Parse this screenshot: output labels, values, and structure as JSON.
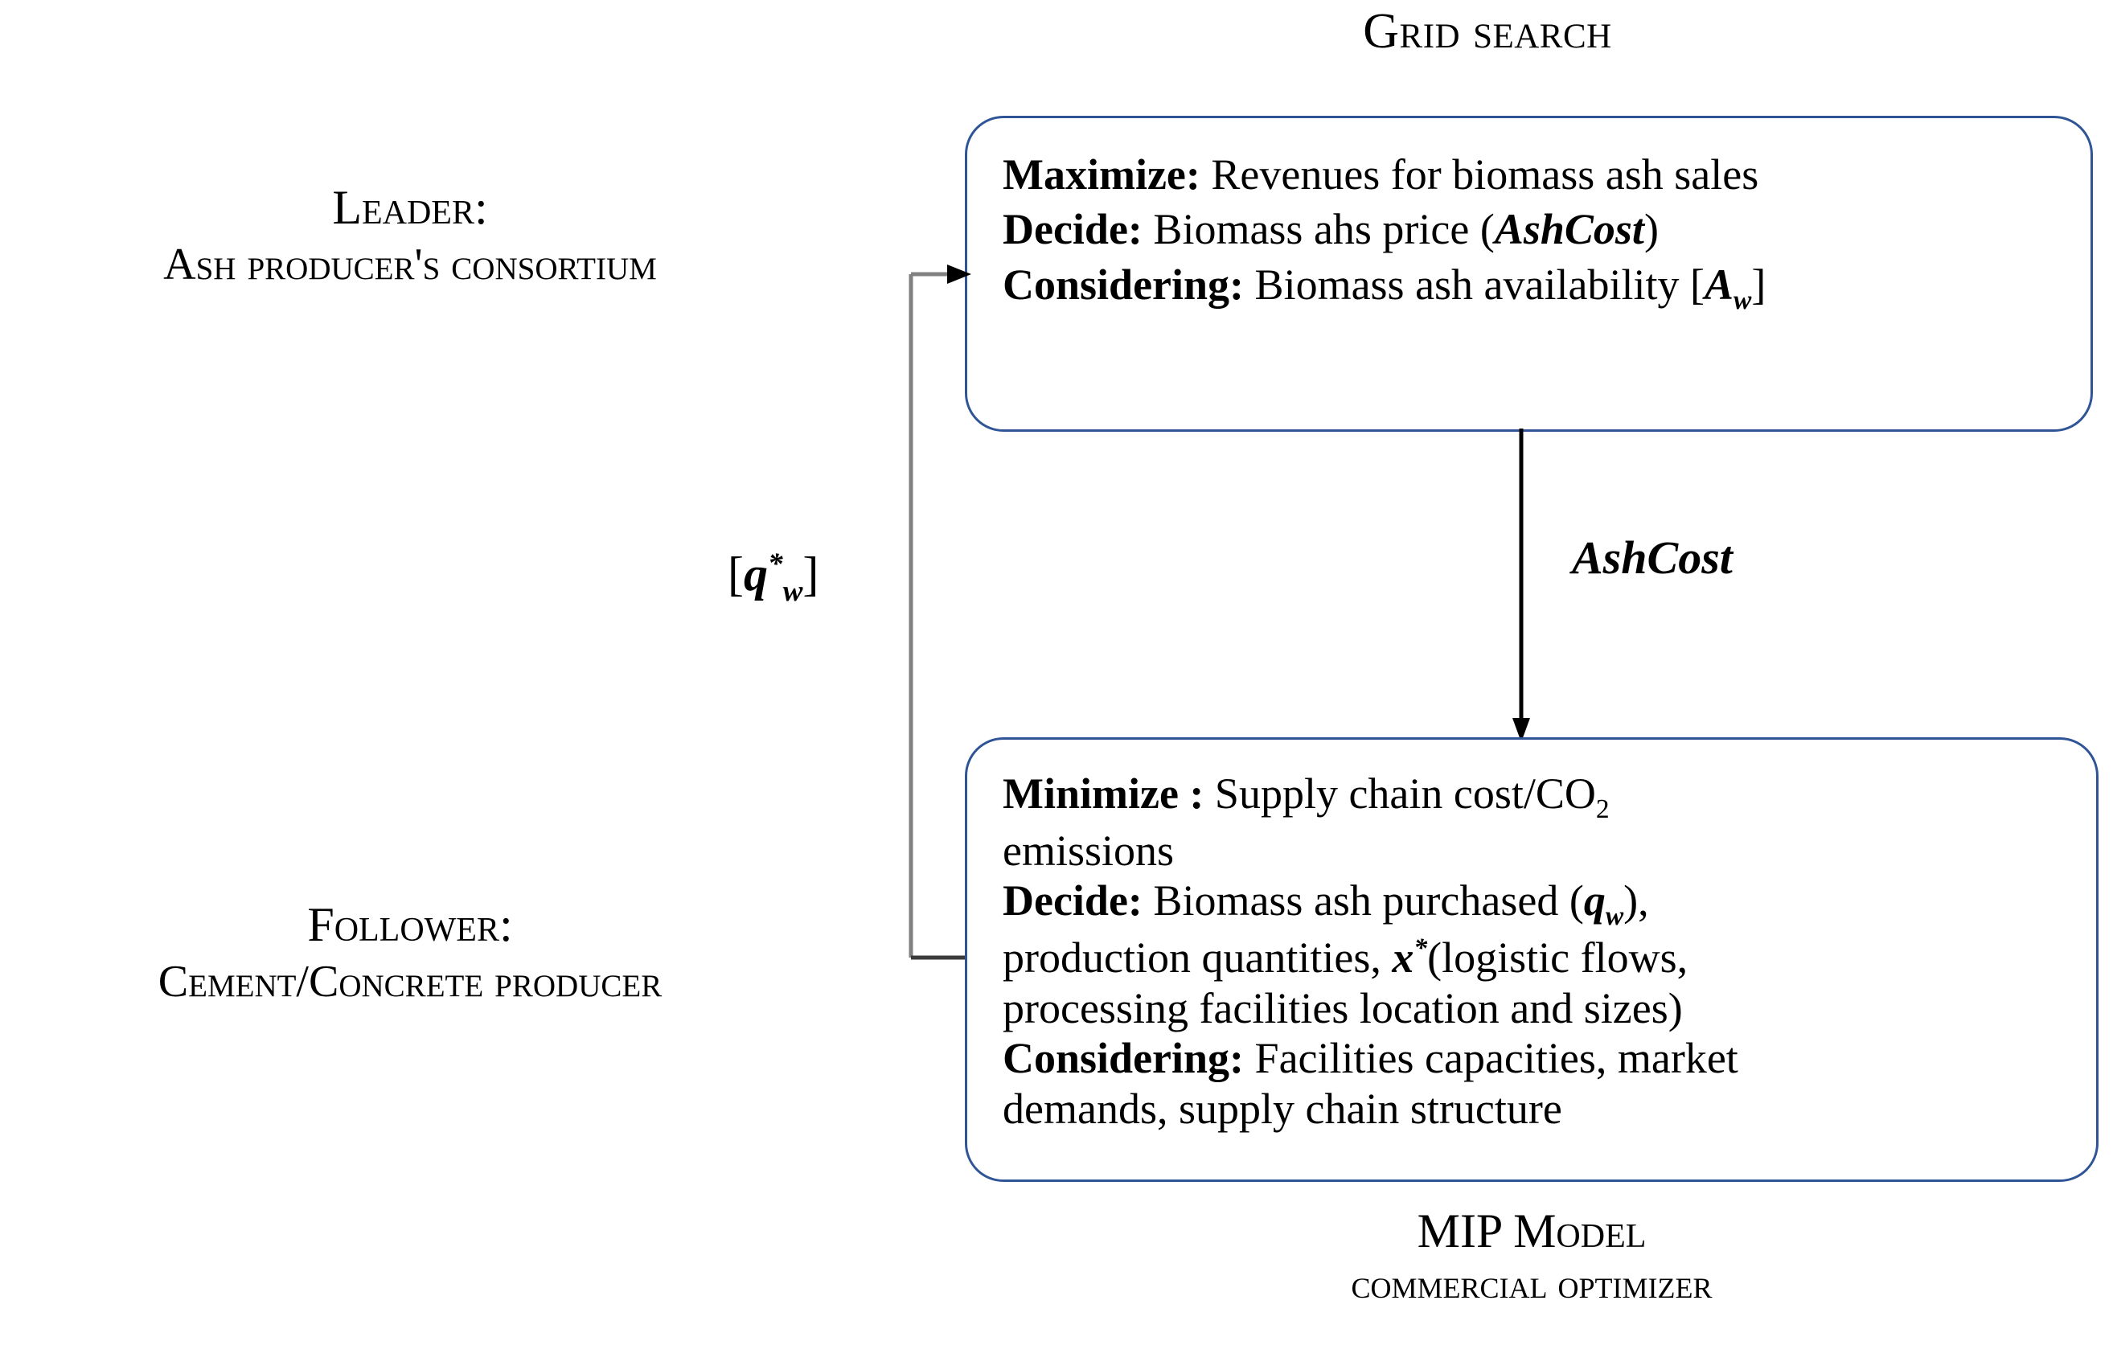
{
  "diagram": {
    "title_top": "Grid search",
    "leader": {
      "role_label": "Leader:",
      "entity_label": "Ash producer's consortium"
    },
    "follower": {
      "role_label": "Follower:",
      "entity_label": "Cement/Concrete producer"
    },
    "upper_box": {
      "lines": [
        {
          "label": "Maximize:",
          "text": " Revenues for biomass ash sales"
        },
        {
          "label": "Decide:",
          "text": " Biomass ahs price (",
          "math": "AshCost",
          "tail": ")"
        },
        {
          "label": "Considering:",
          "text": " Biomass ash availability  [",
          "math_var": "A",
          "math_sub": "w",
          "tail": "]"
        }
      ],
      "maximize_label": "Maximize:",
      "maximize_text": " Revenues for biomass ash sales",
      "decide_label": "Decide:",
      "decide_text": " Biomass ahs price (",
      "decide_math": "AshCost",
      "decide_tail": ")",
      "considering_label": "Considering:",
      "considering_text": " Biomass ash availability  [",
      "considering_var": "A",
      "considering_sub": "w",
      "considering_tail": "]"
    },
    "lower_box": {
      "minimize_label": "Minimize :",
      "minimize_text": " Supply chain cost/CO",
      "minimize_sub": "2",
      "minimize_cont": "emissions",
      "decide_label": "Decide:",
      "decide_text": " Biomass ash purchased (",
      "decide_var": "q",
      "decide_sub": "w",
      "decide_tail": "),",
      "decide_line2_pre": "production quantities, ",
      "decide_line2_var": "x",
      "decide_line2_sup": "*",
      "decide_line2_post": "(logistic flows,",
      "decide_line3": "processing facilities location and sizes)",
      "considering_label": "Considering:",
      "considering_text": " Facilities capacities, market",
      "considering_line2": "demands, supply chain structure"
    },
    "edges": {
      "ashcost_label": "AshCost",
      "feedback_label_open": "[",
      "feedback_var": "q",
      "feedback_sup": "*",
      "feedback_sub": "w",
      "feedback_label_close": "]"
    },
    "caption": {
      "model_name": "MIP Model",
      "solver": "commercial optimizer"
    },
    "colors": {
      "box_border": "#2f5597",
      "arrow_black": "#000000",
      "feedback_line": "#808080",
      "text": "#000000",
      "background": "#ffffff"
    }
  }
}
